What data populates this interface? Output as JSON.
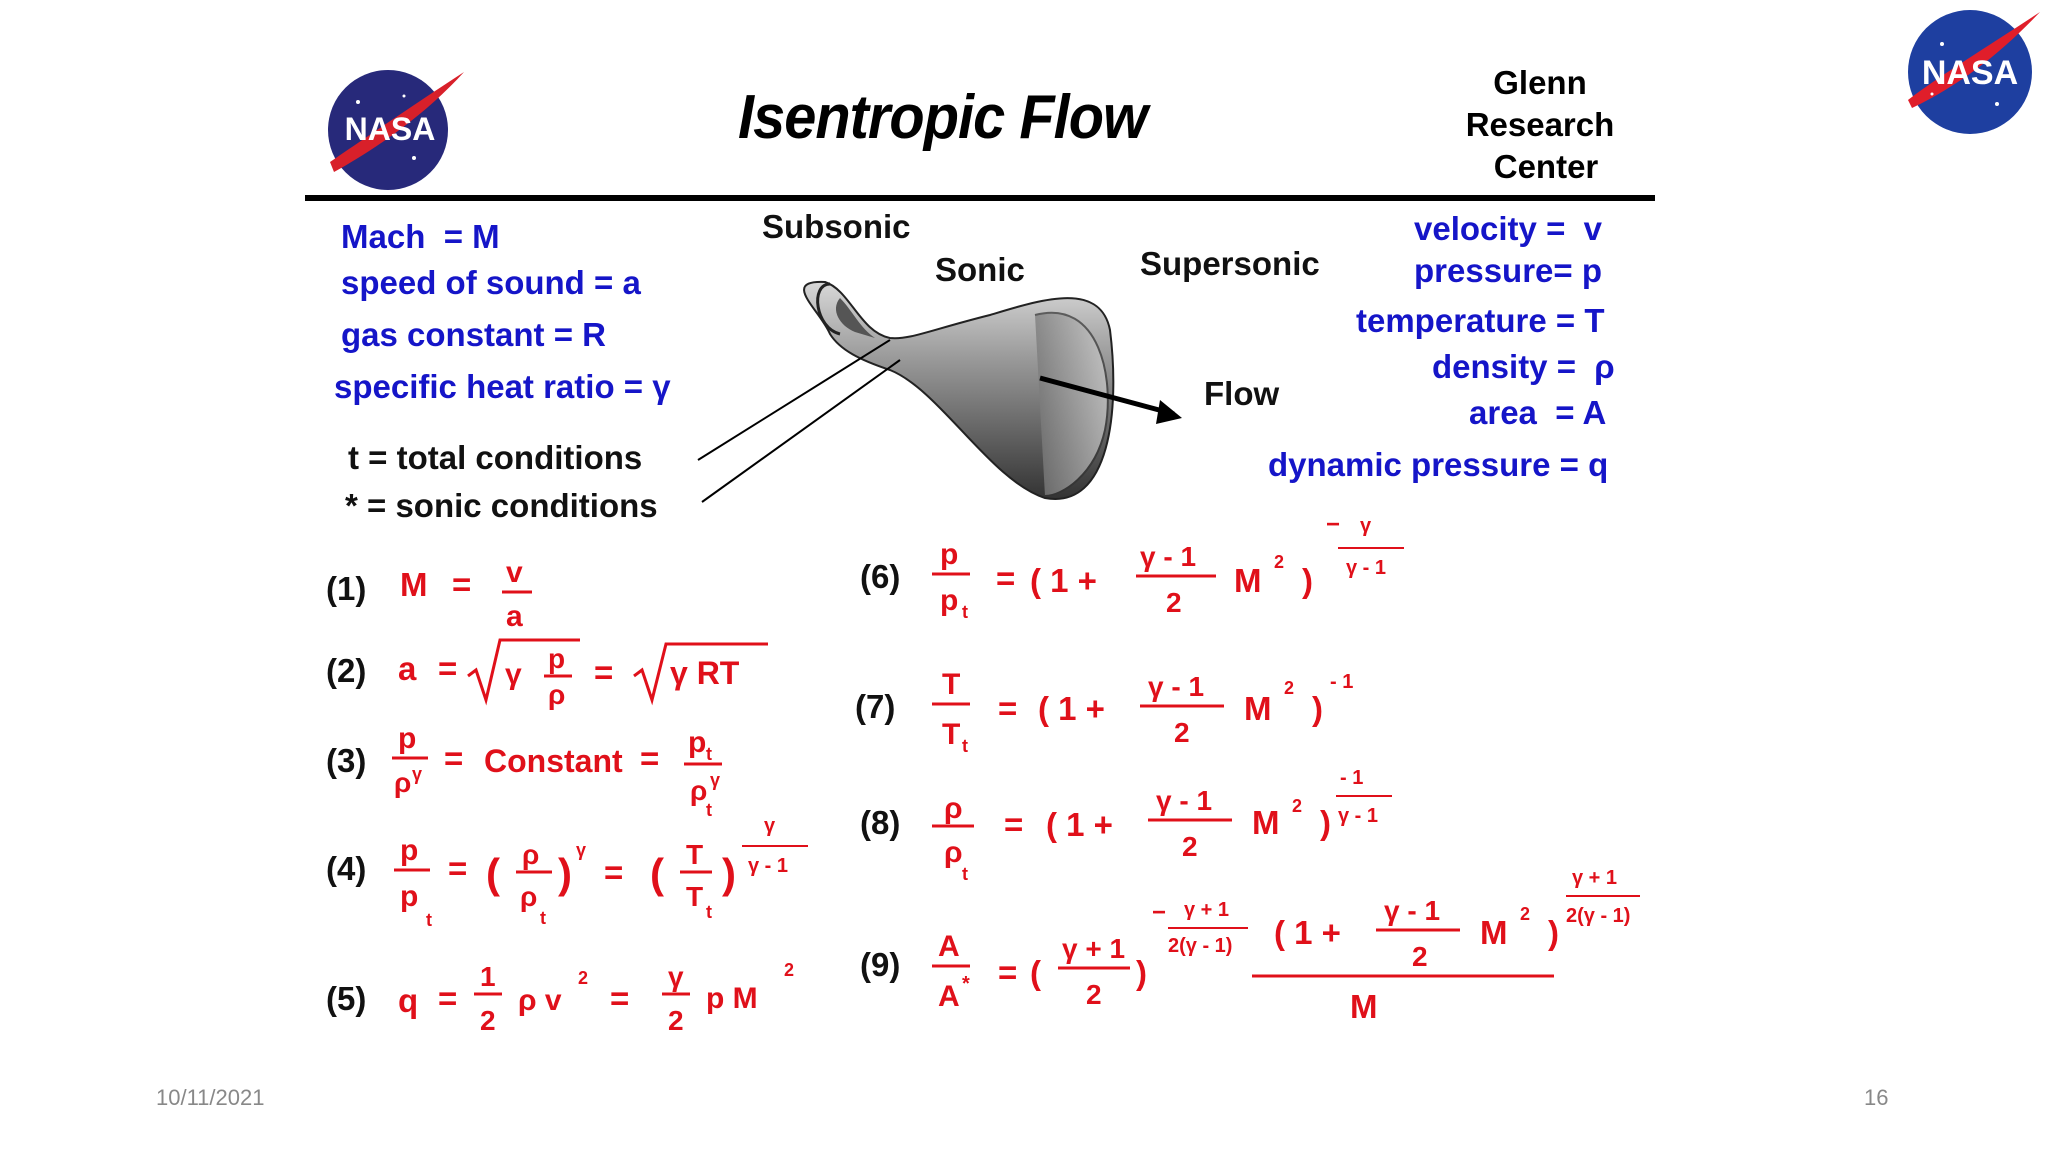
{
  "slide": {
    "title": "Isentropic Flow",
    "center": {
      "line1": "Glenn",
      "line2": "Research",
      "line3": "Center"
    },
    "logo_text": "NASA",
    "corner_logo_text": "NASA",
    "footer_date": "10/11/2021",
    "footer_page": "16"
  },
  "definitions_left": [
    "Mach  = M",
    "speed of sound = a",
    "gas constant = R",
    "specific heat ratio = γ"
  ],
  "conditions": [
    "t = total conditions",
    "* = sonic conditions"
  ],
  "flow_labels": {
    "subsonic": "Subsonic",
    "sonic": "Sonic",
    "supersonic": "Supersonic",
    "flow": "Flow"
  },
  "definitions_right": [
    "velocity =  v",
    "pressure= p",
    "temperature = T",
    "density =  ρ",
    "area  = A",
    "dynamic pressure = q"
  ],
  "equation_numbers": [
    "(1)",
    "(2)",
    "(3)",
    "(4)",
    "(5)",
    "(6)",
    "(7)",
    "(8)",
    "(9)"
  ],
  "colors": {
    "blue": "#1515c8",
    "red": "#e0101a",
    "rule": "#000000"
  }
}
